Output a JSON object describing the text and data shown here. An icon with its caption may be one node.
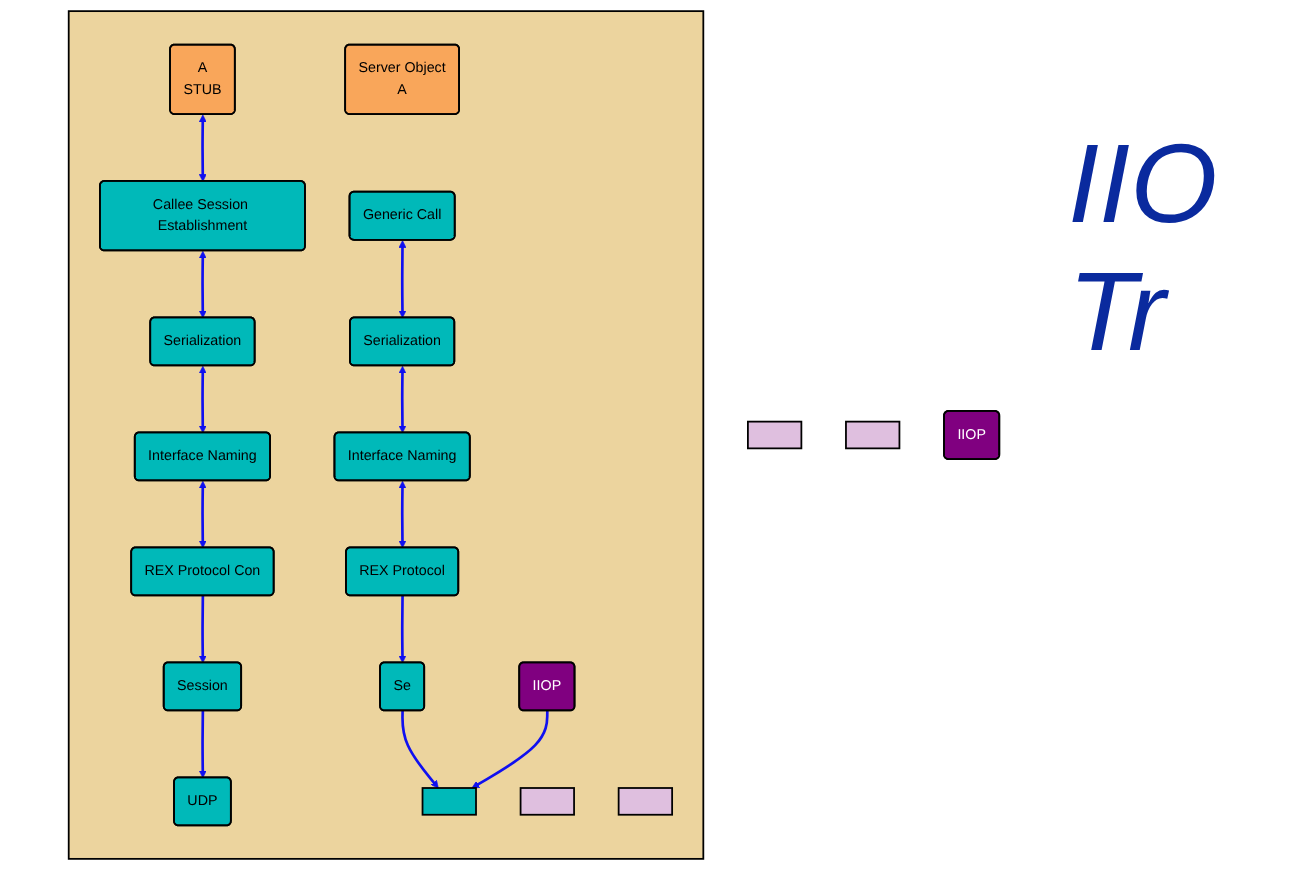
{
  "diagram": {
    "nodes": [
      {
        "text": [],
        "shape": "box"
      },
      {
        "text": [
          "A",
          "STUB"
        ],
        "in": 0
      },
      {
        "text": [
          "Callee Session Establishment"
        ],
        "in": 0
      },
      {
        "text": [
          "Serialization"
        ],
        "in": 0
      },
      {
        "text": [
          "Interface Naming"
        ],
        "in": 0
      },
      {
        "text": [
          "REX Protocol Con"
        ],
        "in": 0
      },
      {
        "text": [
          "Session"
        ],
        "in": 0
      },
      {
        "text": [
          "UDP"
        ],
        "in": 0
      },
      {
        "text": [
          "Server Object",
          "A"
        ],
        "in": 0
      },
      {
        "text": [
          "Generic Call"
        ],
        "in": 0
      },
      {
        "text": [
          "Serialization"
        ],
        "in": 0
      },
      {
        "text": [
          "Interface Naming"
        ],
        "in": 0
      },
      {
        "text": [
          "REX Protocol"
        ],
        "in": 0
      },
      {
        "text": [
          "Se"
        ],
        "in": 0
      },
      {
        "text": [],
        "shape": "box",
        "in": 0
      },
      {
        "text": [],
        "shape": "box",
        "in": 0
      },
      {
        "text": [],
        "shape": "box",
        "in": 0
      },
      {
        "text": [
          "IIOP"
        ],
        "in": 0
      },
      {
        "text": [],
        "shape": "box"
      },
      {
        "text": [],
        "shape": "box"
      },
      {
        "text": [
          "IIOP"
        ]
      }
    ],
    "edges": [
      {
        "from": 1,
        "to": 2,
        "arrow": "both"
      },
      {
        "from": 2,
        "to": 3,
        "arrow": "both"
      },
      {
        "from": 3,
        "to": 4,
        "arrow": "both"
      },
      {
        "from": 4,
        "to": 5,
        "arrow": "both"
      },
      {
        "from": 5,
        "to": 6,
        "arrow": "to"
      },
      {
        "from": 6,
        "to": 7,
        "arrow": "to"
      },
      {
        "from": 9,
        "to": 10,
        "arrow": "both"
      },
      {
        "from": 10,
        "to": 11,
        "arrow": "both"
      },
      {
        "from": 11,
        "to": 12,
        "arrow": "both"
      },
      {
        "from": 12,
        "to": 13,
        "arrow": "to"
      },
      {
        "from": 13,
        "to": 14,
        "arrow": "to"
      },
      {
        "from": 17,
        "to": 14,
        "arrow": "to"
      }
    ],
    "labels": [
      "IIO",
      "Tr"
    ]
  }
}
